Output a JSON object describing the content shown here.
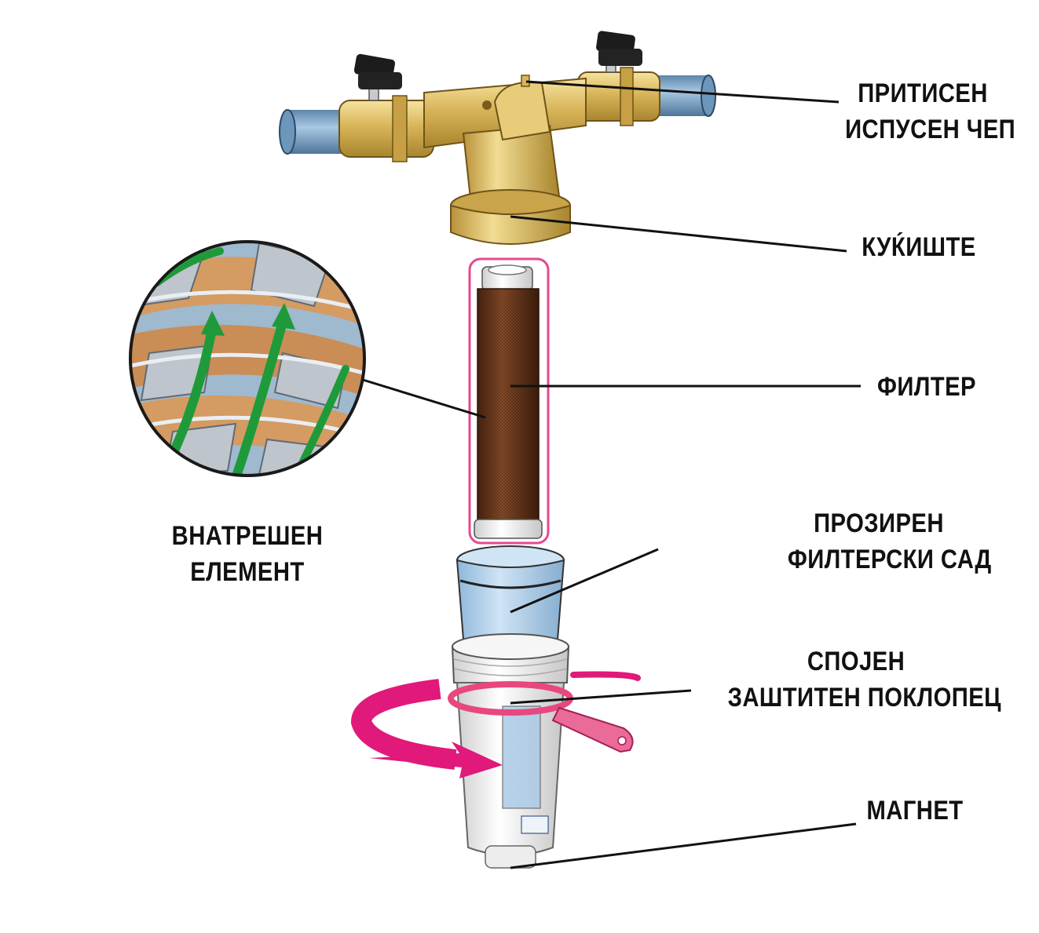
{
  "labels": {
    "drain_plug": [
      "ПРИТИСЕН",
      "ИСПУСЕН ЧЕП"
    ],
    "housing": [
      "КУЌИШТЕ"
    ],
    "filter": [
      "ФИЛТЕР"
    ],
    "inner_element": [
      "ВНАТРЕШЕН",
      "ЕЛЕМЕНТ"
    ],
    "bowl": [
      "ПРОЗИРЕН",
      "ФИЛТЕРСКИ САД"
    ],
    "cover": [
      "СПОЈЕН",
      "ЗАШТИТЕН ПОКЛОПЕЦ"
    ],
    "magnet": [
      "МАГНЕТ"
    ]
  },
  "colors": {
    "brass": "#d9b55a",
    "brass_light": "#f2dc92",
    "brass_dark": "#a8852d",
    "pipe": "#7ea6c9",
    "filter_mesh": "#6b3a1e",
    "bowl_blue": "#b9d6ee",
    "cap_white": "#f2f2f2",
    "wrench_pink": "#e8477f",
    "arrow_magenta": "#e0197a",
    "flow_green": "#1f9a3a",
    "leader_line": "#111111"
  },
  "icons": {
    "valve_handle": "ball-valve-handle-icon",
    "rotation": "rotation-arrow-icon",
    "magnifier": "zoom-circle-icon"
  }
}
